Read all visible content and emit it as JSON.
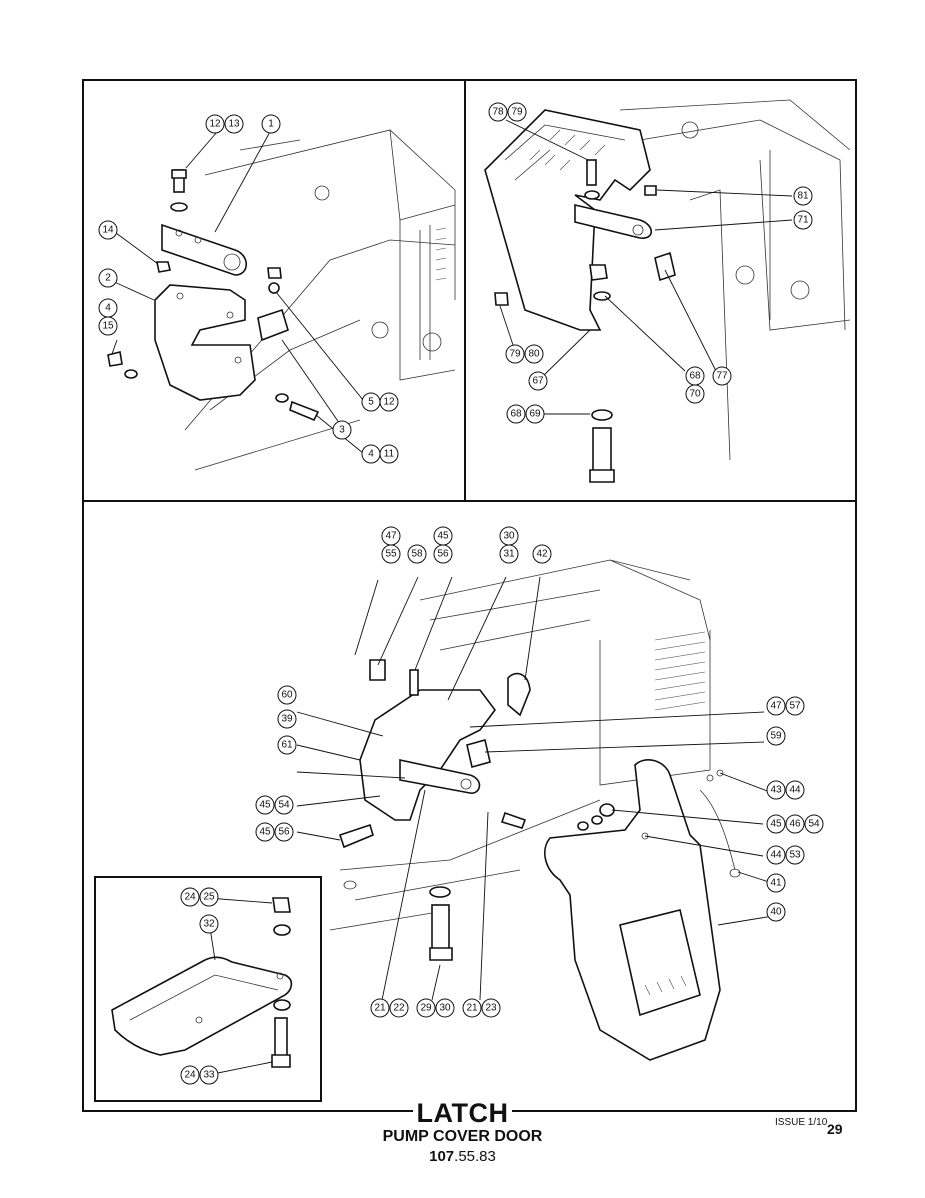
{
  "title": "LATCH",
  "subtitle": "PUMP COVER DOOR",
  "part_number": {
    "prefix": "107",
    "suffix": ".55.83"
  },
  "issue": "ISSUE 1/10",
  "page_number": "29",
  "callouts": {
    "top_left": [
      "12",
      "13",
      "1",
      "14",
      "2",
      "4",
      "15",
      "5",
      "12",
      "3",
      "4",
      "11"
    ],
    "top_right": [
      "78",
      "79",
      "81",
      "71",
      "79",
      "80",
      "67",
      "68",
      "70",
      "77",
      "68",
      "69"
    ],
    "bottom": [
      "47",
      "55",
      "45",
      "56",
      "58",
      "30",
      "31",
      "42",
      "60",
      "39",
      "61",
      "47",
      "57",
      "59",
      "45",
      "54",
      "45",
      "56",
      "43",
      "44",
      "45",
      "46",
      "54",
      "44",
      "53",
      "41",
      "40",
      "21",
      "22",
      "29",
      "30",
      "21",
      "23"
    ],
    "inset": [
      "24",
      "25",
      "32",
      "24",
      "33"
    ]
  }
}
